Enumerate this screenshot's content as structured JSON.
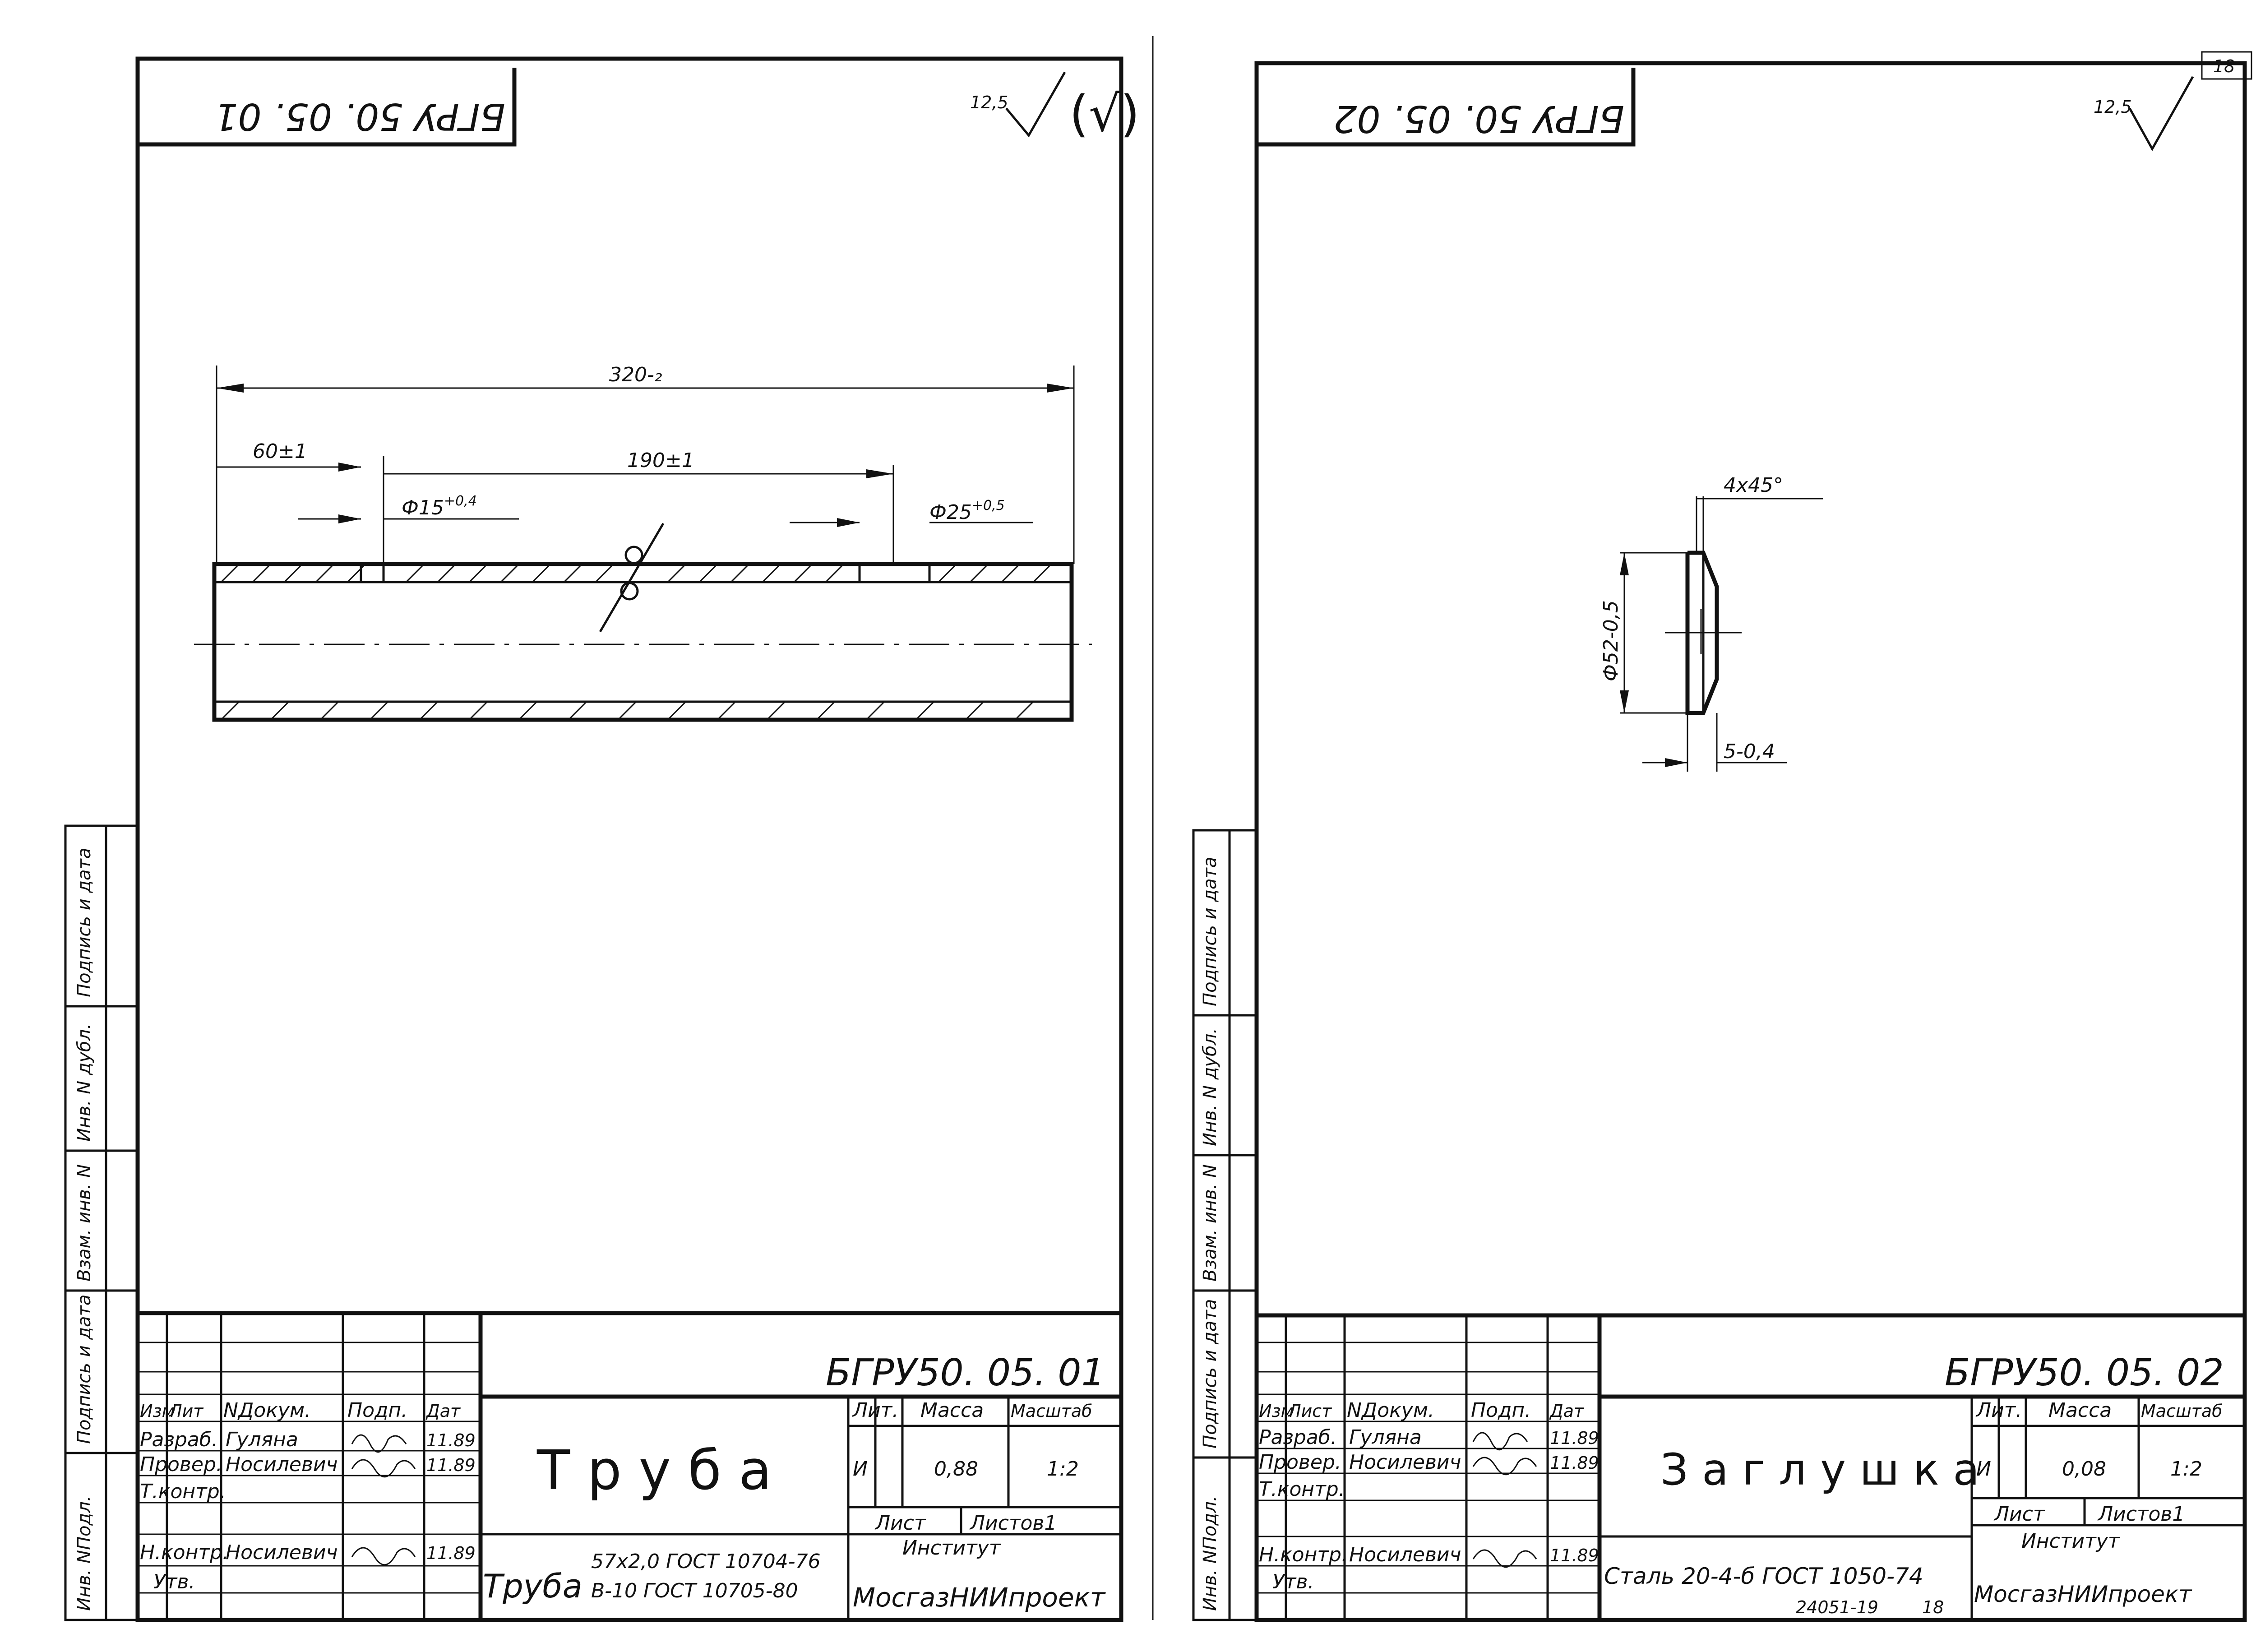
{
  "page_number": "18",
  "drawings": [
    {
      "code": "БГРУ50. 05. 01",
      "code_rotated": "БГРУ 50. 05. 01",
      "roughness": "12,5",
      "title": "Т р у б а",
      "material_1": "57x2,0 ГОСТ 10704-76",
      "material_2": "В-10 ГОСТ 10705-80",
      "material_prefix": "Труба",
      "lit": "И",
      "mass": "0,88",
      "scale": "1:2",
      "sheet_label": "Лист",
      "sheets_label": "Листов1",
      "org_1": "Институт",
      "org_2": "МосгазНИИпроект",
      "dims": {
        "overall": "320-₂",
        "offset": "60±1",
        "spacing": "190±1",
        "hole1": "Ф15",
        "hole1_tol": "+0,4",
        "hole2": "Ф25",
        "hole2_tol": "+0,5"
      }
    },
    {
      "code": "БГРУ50. 05. 02",
      "code_rotated": "БГРУ 50. 05. 02",
      "roughness": "12,5",
      "title": "З а г л у ш к а",
      "material": "Сталь 20-4-б ГОСТ 1050-74",
      "lit": "И",
      "mass": "0,08",
      "scale": "1:2",
      "sheet_label": "Лист",
      "sheets_label": "Листов1",
      "org_1": "Институт",
      "org_2": "МосгазНИИпроект",
      "extra_number": "24051-19",
      "extra_page": "18",
      "dims": {
        "chamfer": "4x45°",
        "diameter": "Ф52-0,5",
        "thickness": "5-0,4"
      }
    }
  ],
  "title_block": {
    "col_izm": "Изм",
    "col_list_a": "Лит",
    "col_list_b": "Лист",
    "col_doc": "NДокум.",
    "col_sign": "Подп.",
    "col_date": "Дат",
    "row_dev": "Разраб.",
    "row_check": "Провер.",
    "row_tcontr": "Т.контр.",
    "row_ncontr": "Н.контр.",
    "row_appr": "Утв.",
    "dev_name": "Гуляна",
    "check_name": "Носилевич",
    "ncontr_name": "Носилевич",
    "date": "11.89",
    "head_lit": "Лит.",
    "head_mass": "Масса",
    "head_scale": "Масштаб"
  },
  "side_stamp": [
    "Инв. NПодл.",
    "Подпись и дата",
    "Взам. инв. N",
    "Инв. N дубл.",
    "Подпись и дата"
  ]
}
